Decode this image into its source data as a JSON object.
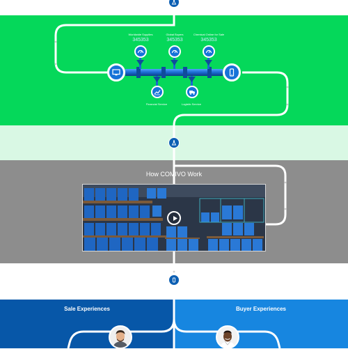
{
  "stats": [
    {
      "title": "Worldwide Supplies",
      "value": "345353",
      "icon": "gauge-icon"
    },
    {
      "title": "Global Buyers",
      "value": "345353",
      "icon": "gauge-icon"
    },
    {
      "title": "Chemical Online for Sale",
      "value": "345353",
      "icon": "gauge-icon"
    }
  ],
  "services": [
    {
      "label": "Financial Service",
      "icon": "chart-icon"
    },
    {
      "label": "Logistic Service",
      "icon": "truck-icon"
    }
  ],
  "flow_nodes": {
    "left": "monitor-icon",
    "right": "mobile-icon",
    "top": "flask-icon",
    "middle": "flask-icon",
    "bottom": "mobile-icon"
  },
  "video": {
    "title": "How COMIVO Work"
  },
  "experiences": {
    "sale_title": "Sale Experiences",
    "buyer_title": "Buyer Experiences"
  },
  "colors": {
    "green_band": "#05d85a",
    "mint_band": "#d9f8e4",
    "gray_band": "#8d8d8d",
    "sale_band": "#0757a8",
    "buyer_band": "#1786e0",
    "node_blue": "#1673d8",
    "pipe_blue": "#1a6ad0"
  }
}
